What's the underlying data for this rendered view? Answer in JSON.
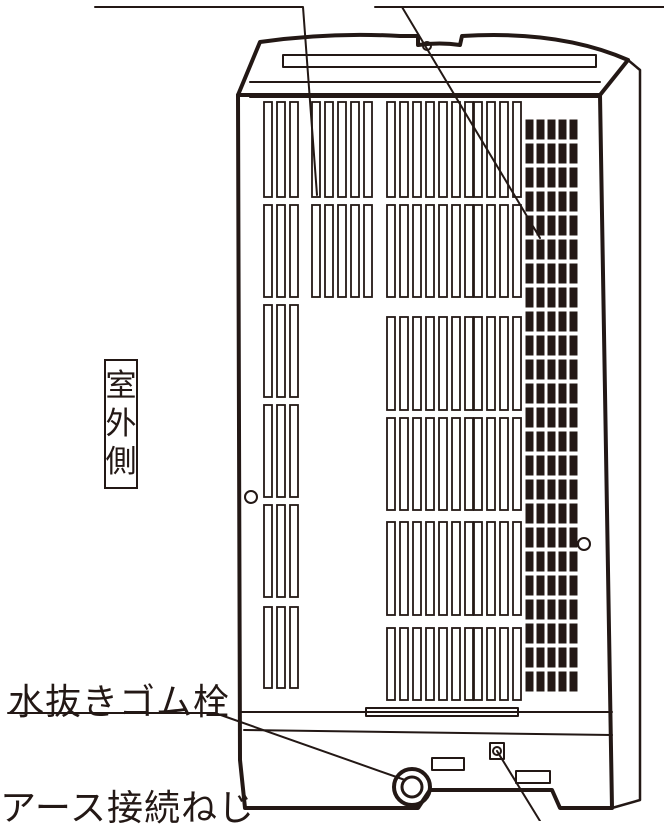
{
  "labels": {
    "outdoor_side": [
      "室",
      "外",
      "側"
    ],
    "drain_plug": "水抜きゴム栓",
    "earth_screw": "アース接続ねじ"
  },
  "colors": {
    "line": "#231815",
    "background": "#ffffff"
  }
}
